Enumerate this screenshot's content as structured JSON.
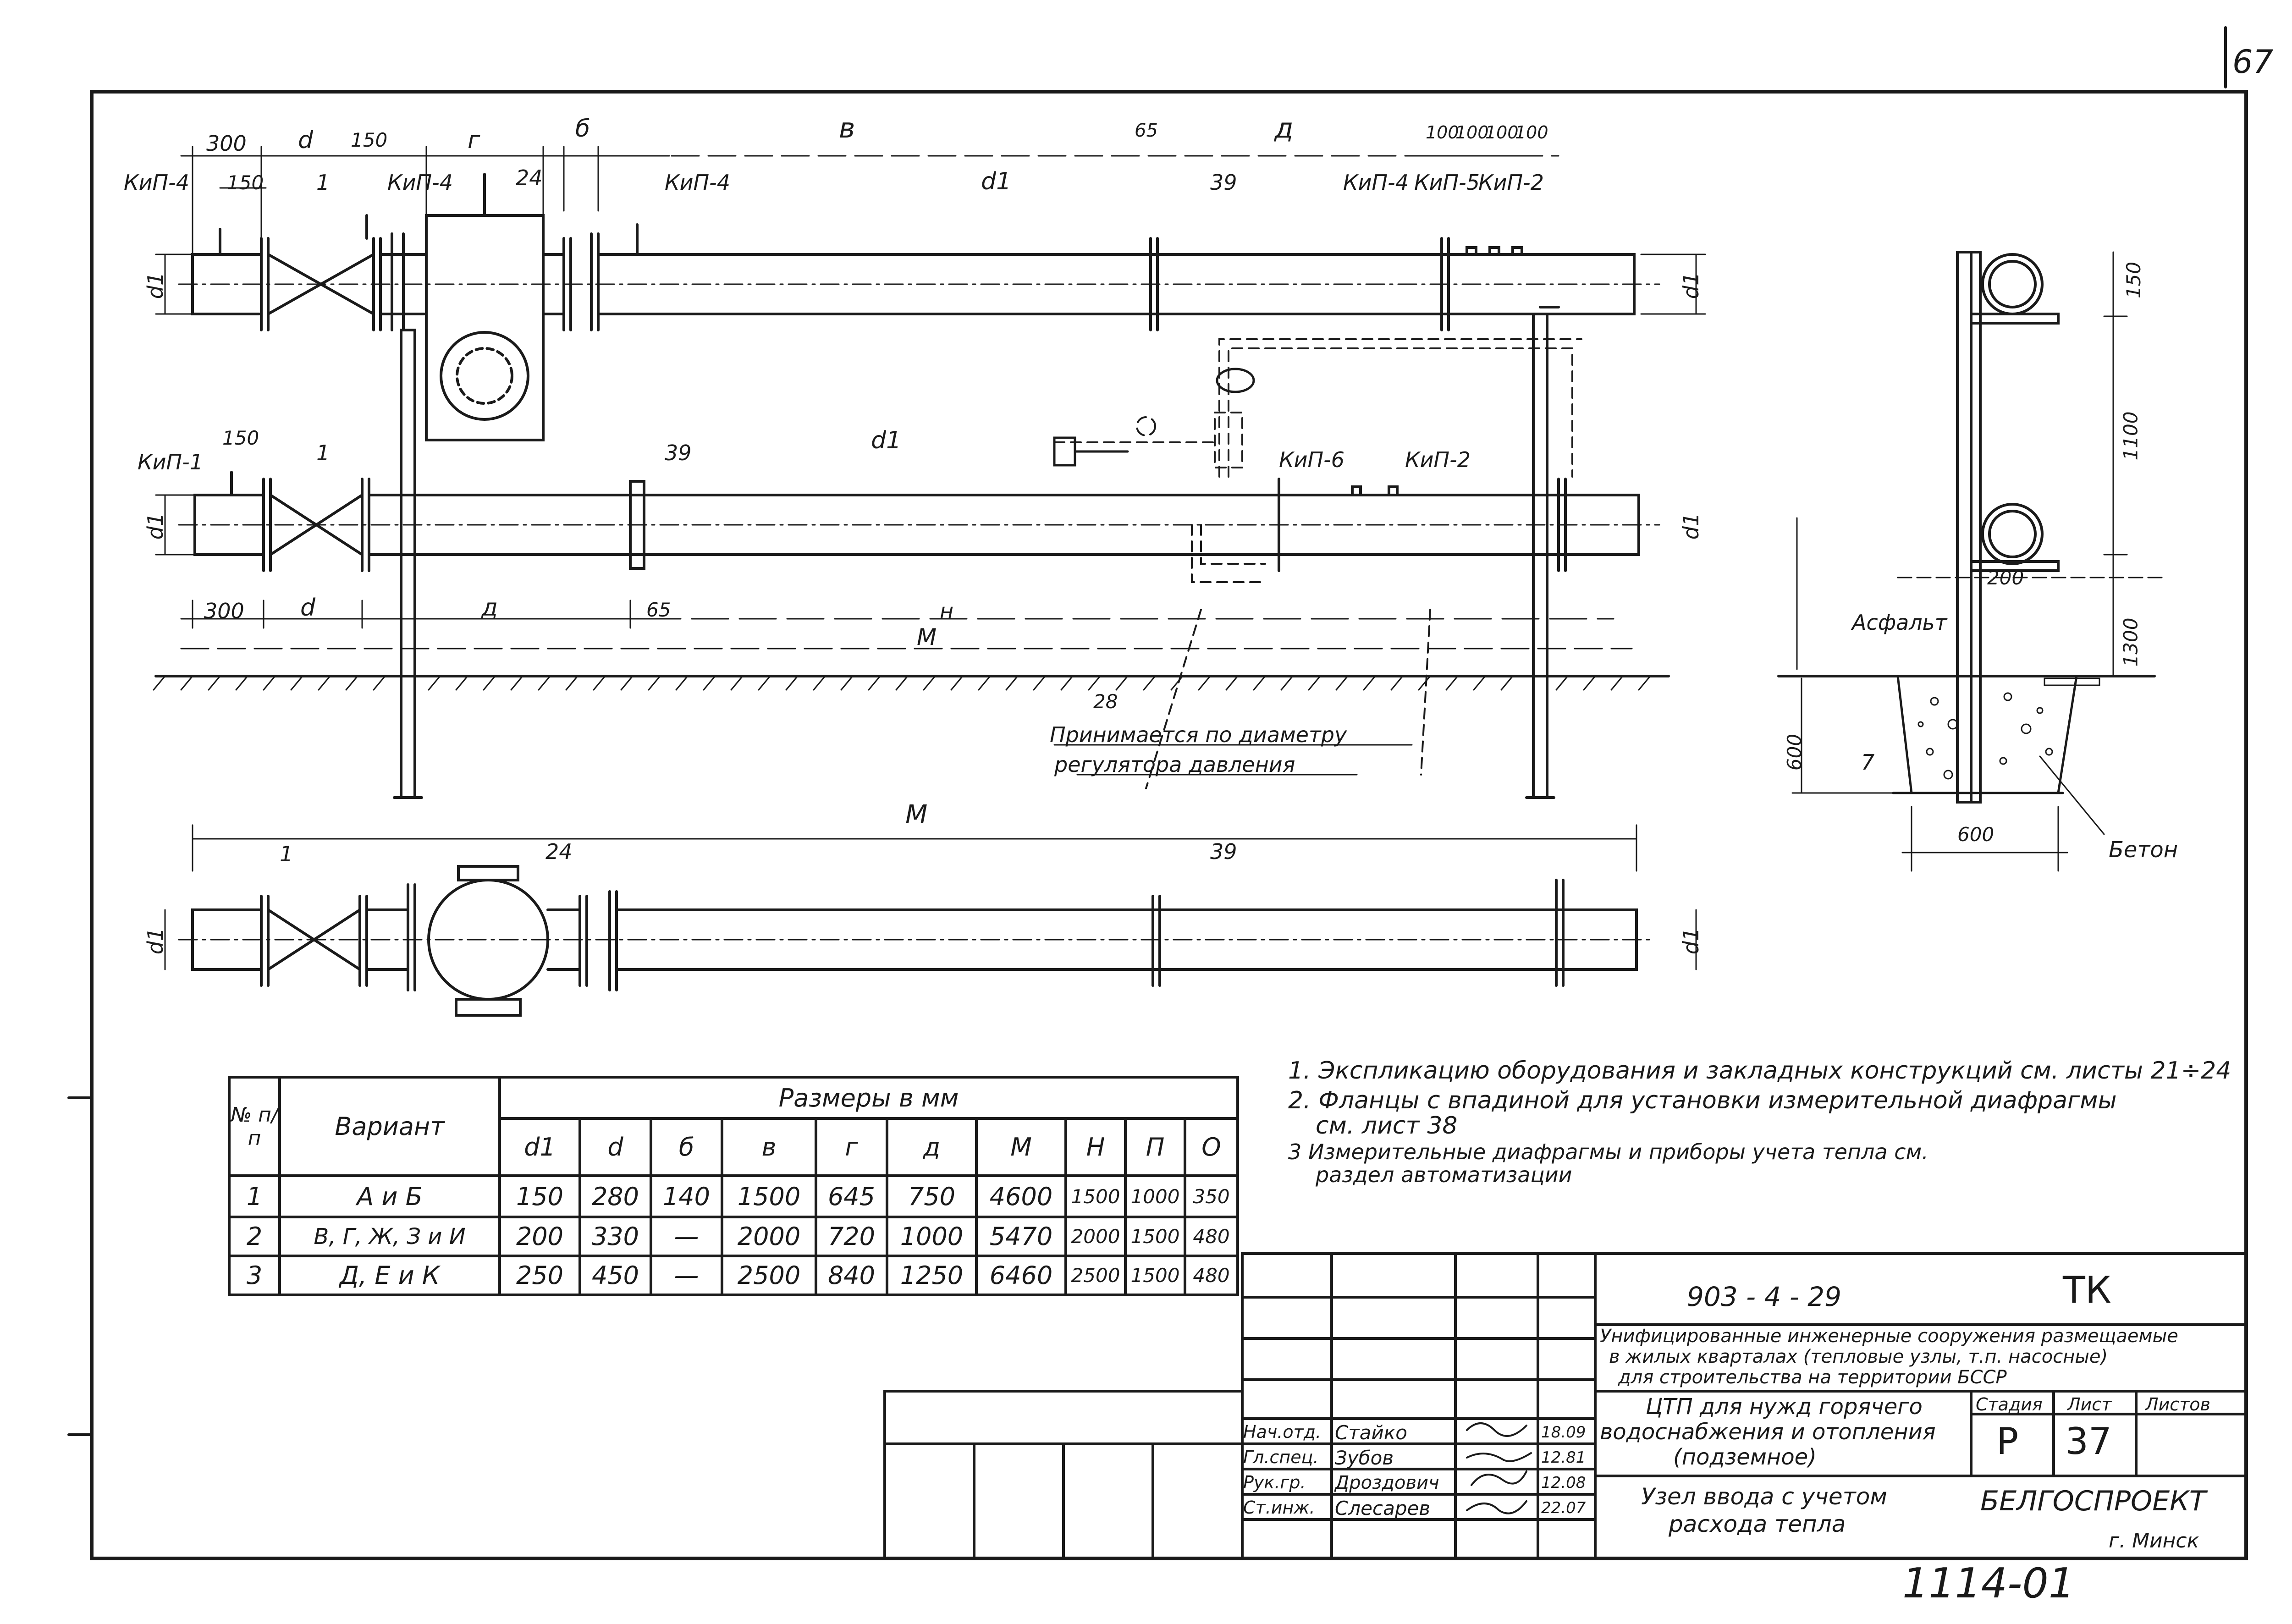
{
  "page_number": "67",
  "catalog_number": "1114-01",
  "elevation_view": {
    "top_dims": [
      "300",
      "150",
      "d",
      "150",
      "г",
      "б",
      "в",
      "65",
      "д",
      "100",
      "100",
      "100",
      "100"
    ],
    "kip_top": [
      "КиП-4",
      "КиП-4",
      "КиП-4",
      "КиП-4",
      "КиП-5",
      "КиП-2"
    ],
    "callouts_top": [
      "1",
      "24",
      "39",
      "d1"
    ],
    "d1_label": "d1",
    "kip_mid": [
      "КиП-1",
      "КиП-6",
      "КиП-2"
    ],
    "callouts_mid": [
      "150",
      "1",
      "39",
      "d1"
    ],
    "bottom_dims": [
      "300",
      "d",
      "д",
      "65",
      "н",
      "М"
    ],
    "callout_28": "28",
    "note_line1": "Принимается по диаметру",
    "note_line2": "регулятора давления"
  },
  "plan_view": {
    "dim_m": "М",
    "callouts": [
      "1",
      "24",
      "39"
    ],
    "d1_label": "d1"
  },
  "section_view": {
    "dims": [
      "150",
      "1100",
      "200",
      "1300",
      "600",
      "600"
    ],
    "asphalt_label": "Асфальт",
    "concrete_label": "Бетон",
    "callout_7": "7"
  },
  "dimension_table": {
    "hdr_num": "№ п/п",
    "hdr_variant": "Вариант",
    "hdr_sizes": "Размеры в мм",
    "columns": [
      "d1",
      "d",
      "б",
      "в",
      "г",
      "д",
      "М",
      "Н",
      "П",
      "О"
    ],
    "rows": [
      {
        "num": "1",
        "variant": "А и Б",
        "vals": [
          "150",
          "280",
          "140",
          "1500",
          "645",
          "750",
          "4600",
          "1500",
          "1000",
          "350"
        ]
      },
      {
        "num": "2",
        "variant": "В, Г, Ж, З и И",
        "vals": [
          "200",
          "330",
          "—",
          "2000",
          "720",
          "1000",
          "5470",
          "2000",
          "1500",
          "480"
        ]
      },
      {
        "num": "3",
        "variant": "Д, Е и К",
        "vals": [
          "250",
          "450",
          "—",
          "2500",
          "840",
          "1250",
          "6460",
          "2500",
          "1500",
          "480"
        ]
      }
    ]
  },
  "notes": {
    "n1": "1.  Экспликацию оборудования и закладных конструкций см. листы  21÷24",
    "n2a": "2.  Фланцы с впадиной для установки измерительной диафрагмы",
    "n2b": "см.  лист  38",
    "n3a": "3   Измерительные  диафрагмы  и  приборы  учета   тепла      см.",
    "n3b": "раздел   автоматизации"
  },
  "title_block": {
    "doc_code": "903 - 4 - 29",
    "set_code": "ТК",
    "project_line1": "Унифицированные инженерные сооружения размещаемые",
    "project_line2": "в жилых кварталах (тепловые узлы, т.п. насосные)",
    "project_line3": "для строительства на территории БССР",
    "object_line1": "ЦТП для нужд горячего",
    "object_line2": "водоснабжения и отопления",
    "object_line3": "(подземное)",
    "sheet_line1": "Узел ввода с учетом",
    "sheet_line2": "расхода тепла",
    "stage_label": "Стадия",
    "sheet_label": "Лист",
    "sheets_label": "Листов",
    "stage_value": "Р",
    "sheet_value": "37",
    "org_name": "БЕЛГОСПРОЕКТ",
    "org_city": "г. Минск",
    "signers": [
      {
        "role": "Нач.отд.",
        "name": "Стайко",
        "date": "18.09"
      },
      {
        "role": "Гл.спец.",
        "name": "Зубов",
        "date": "12.81"
      },
      {
        "role": "Рук.гр.",
        "name": "Дроздович",
        "date": "12.08"
      },
      {
        "role": "Ст.инж.",
        "name": "Слесарев",
        "date": "22.07"
      }
    ]
  },
  "colors": {
    "ink": "#1a1a1a",
    "paper": "#ffffff"
  }
}
